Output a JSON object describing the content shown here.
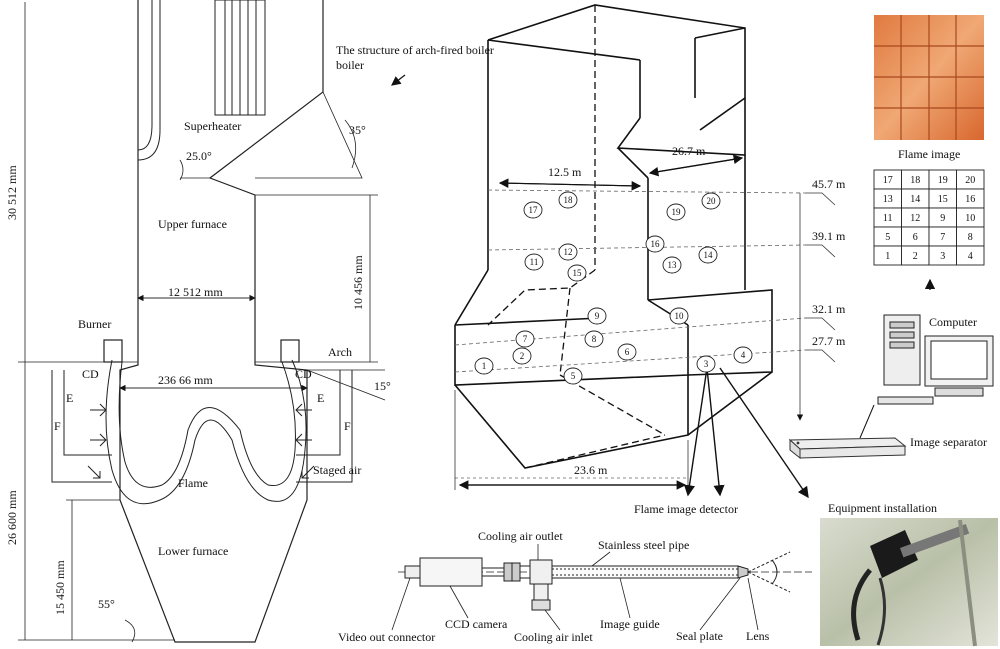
{
  "boiler": {
    "title": "The structure of arch-fired boiler",
    "superheater": "Superheater",
    "upper_furnace": "Upper furnace",
    "lower_furnace": "Lower furnace",
    "flame": "Flame",
    "burner": "Burner",
    "arch": "Arch",
    "staged_air": "Staged air",
    "cd_left": "CD",
    "cd_right": "CD",
    "e_left": "E",
    "e_right": "E",
    "f_left": "F",
    "f_right": "F",
    "angle_35": "35°",
    "angle_25": "25.0°",
    "angle_15": "15°",
    "angle_55": "55°",
    "dim_height_top": "30 512 mm",
    "dim_height_bottom": "26 600 mm",
    "dim_upper": "10 456 mm",
    "dim_lower": "15 450 mm",
    "dim_width_upper": "12 512 mm",
    "dim_width_lower": "236 66 mm"
  },
  "furnace3d": {
    "width_12_5": "12.5 m",
    "depth_26_7": "26.7 m",
    "width_23_6": "23.6 m",
    "levels": [
      "45.7 m",
      "39.1 m",
      "32.1 m",
      "27.7 m"
    ],
    "detector_label": "Flame image detector"
  },
  "detector_points": [
    "1",
    "2",
    "3",
    "4",
    "5",
    "6",
    "7",
    "8",
    "9",
    "10",
    "11",
    "12",
    "13",
    "14",
    "15",
    "16",
    "17",
    "18",
    "19",
    "20"
  ],
  "flame_image": {
    "title": "Flame image",
    "grid": [
      [
        "17",
        "18",
        "19",
        "20"
      ],
      [
        "13",
        "14",
        "15",
        "16"
      ],
      [
        "11",
        "12",
        "9",
        "10"
      ],
      [
        "5",
        "6",
        "7",
        "8"
      ],
      [
        "1",
        "2",
        "3",
        "4"
      ]
    ]
  },
  "system": {
    "computer": "Computer",
    "image_separator": "Image separator",
    "equipment_installation": "Equipment installation"
  },
  "probe": {
    "cooling_air_outlet": "Cooling air outlet",
    "stainless_steel_pipe": "Stainless steel pipe",
    "video_out_connector": "Video out connector",
    "ccd_camera": "CCD camera",
    "cooling_air_inlet": "Cooling air inlet",
    "image_guide": "Image guide",
    "seal_plate": "Seal plate",
    "lens": "Lens"
  }
}
